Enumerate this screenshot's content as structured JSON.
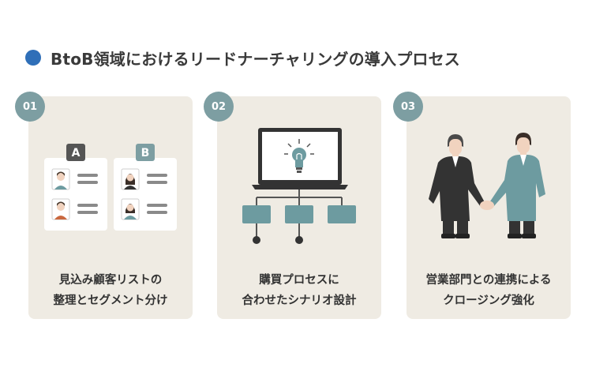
{
  "title": "BtoB領域におけるリードナーチャリングの導入プロセス",
  "steps": [
    {
      "number": "01",
      "line1": "見込み顧客リストの",
      "line2": "整理とセグメント分け",
      "groups": [
        "A",
        "B"
      ]
    },
    {
      "number": "02",
      "line1": "購買プロセスに",
      "line2": "合わせたシナリオ設計"
    },
    {
      "number": "03",
      "line1": "営業部門との連携による",
      "line2": "クロージング強化"
    }
  ],
  "colors": {
    "accent": "#2f6fb8",
    "badge": "#7d9ea2",
    "card": "#efebe3",
    "teal": "#6d9ba0",
    "dark": "#333333"
  }
}
